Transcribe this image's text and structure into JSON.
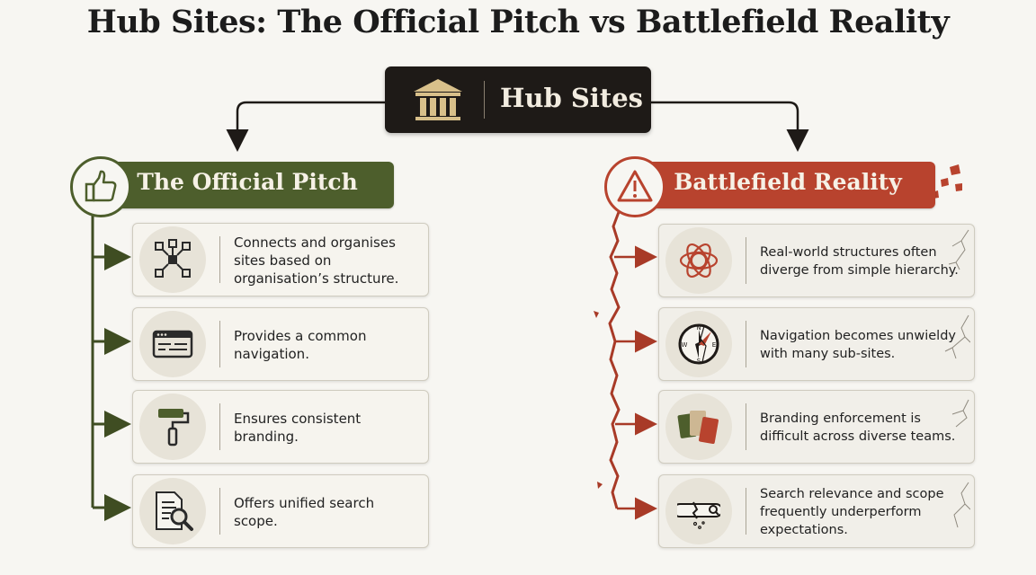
{
  "title": "Hub Sites: The Official Pitch vs Battlefield Reality",
  "hub": {
    "label": "Hub Sites",
    "icon": "building-columns-icon"
  },
  "pitch": {
    "heading": "The Official Pitch",
    "icon": "thumbs-up-icon",
    "color": "#4d5e2c",
    "items": [
      {
        "text": "Connects and organises sites based on organisation’s structure.",
        "icon": "network-nodes-icon"
      },
      {
        "text": "Provides a common navigation.",
        "icon": "navigation-window-icon"
      },
      {
        "text": "Ensures consistent branding.",
        "icon": "paint-roller-icon"
      },
      {
        "text": "Offers unified search scope.",
        "icon": "document-search-icon"
      }
    ]
  },
  "reality": {
    "heading": "Battlefield Reality",
    "icon": "warning-triangle-icon",
    "color": "#b8432e",
    "items": [
      {
        "text": "Real-world structures often diverge from simple hierarchy.",
        "icon": "tangled-knot-icon"
      },
      {
        "text": "Navigation becomes unwieldy with many sub-sites.",
        "icon": "broken-compass-icon"
      },
      {
        "text": "Branding enforcement is difficult across diverse teams.",
        "icon": "color-swatches-icon"
      },
      {
        "text": "Search relevance and scope frequently underperform expectations.",
        "icon": "broken-search-bar-icon"
      }
    ]
  },
  "compass": {
    "n": "N",
    "e": "E",
    "s": "S",
    "w": "W"
  }
}
